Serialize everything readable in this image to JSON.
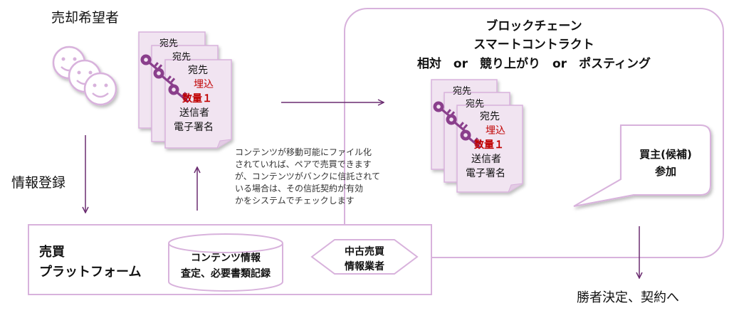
{
  "seller": {
    "label": "売却希望者"
  },
  "info_registration": {
    "label": "情報登録"
  },
  "document": {
    "addressee": "宛先",
    "embedded": "埋込",
    "quantity": "数量１",
    "sender": "送信者",
    "signature": "電子署名"
  },
  "blockchain": {
    "line1": "ブロックチェーン",
    "line2": "スマートコントラクト",
    "line3": "相対　or　競り上がり　or　ポスティング"
  },
  "buyer": {
    "line1": "買主(候補)",
    "line2": "参加"
  },
  "note": {
    "lines": [
      "コンテンツが移動可能にファイル化",
      "されていれば、ペアで売買できます",
      "が、コンテンツがバンクに信託されて",
      "いる場合は、その信託契約が有効",
      "かをシステムでチェックします"
    ]
  },
  "platform": {
    "title_line1": "売買",
    "title_line2": "プラットフォーム",
    "db_line1": "コンテンツ情報",
    "db_line2": "査定、必要書類記録",
    "dealer_line1": "中古売買",
    "dealer_line2": "情報業者"
  },
  "winner": {
    "label": "勝者決定、契約へ"
  },
  "colors": {
    "lavender_stroke": "#d8b2dc",
    "doc_fill": "#f1e4f1",
    "key_purple": "#8a3f8c",
    "arrow": "#6a2c70",
    "red_text": "#c00000"
  }
}
